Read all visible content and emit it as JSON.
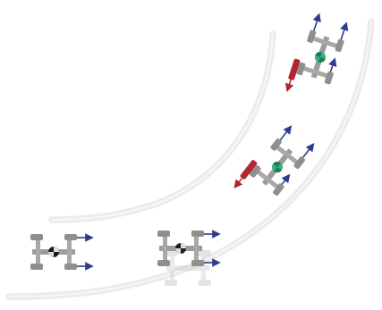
{
  "scene": {
    "description_labels": [],
    "colors": {
      "background": "#ffffff",
      "track_edge": "#e6e6e6",
      "track_fill": "#f4f4f4",
      "chassis": "#9c9c9c",
      "chassis_light": "#c9c9c9",
      "wheel_arrow": "#2f3b8f",
      "rear_force_arrow": "#b3262e",
      "com_green": "#33b37a",
      "com_black": "#1e1e1e"
    },
    "vehicles": [
      {
        "id": "vehicle-top",
        "com_marker": "green",
        "has_rear_force": true
      },
      {
        "id": "vehicle-middle",
        "com_marker": "green",
        "has_rear_force": true
      },
      {
        "id": "vehicle-bottom-center",
        "com_marker": "black",
        "has_rear_force": false,
        "has_ghost": true
      },
      {
        "id": "vehicle-bottom-left",
        "com_marker": "black",
        "has_rear_force": false
      }
    ]
  }
}
